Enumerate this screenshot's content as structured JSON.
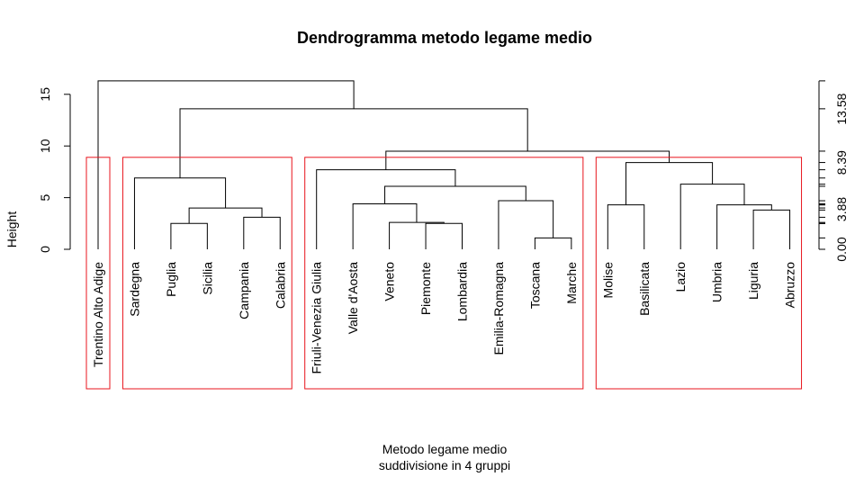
{
  "chart_data": {
    "type": "dendrogram",
    "title": "Dendrogramma metodo legame medio",
    "ylabel": "Height",
    "subtitle_lines": [
      "Metodo legame medio",
      "suddivisione in 4 gruppi"
    ],
    "ylim": [
      0,
      16.3
    ],
    "y_ticks": [
      "0",
      "5",
      "10",
      "15"
    ],
    "right_axis_labels": [
      "0.00",
      "3.88",
      "8.39",
      "13.58"
    ],
    "leaves": [
      "Trentino Alto Adige",
      "Sardegna",
      "Puglia",
      "Sicilia",
      "Campania",
      "Calabria",
      "Friuli-Venezia Giulia",
      "Valle d'Aosta",
      "Veneto",
      "Piemonte",
      "Lombardia",
      "Emilia-Romagna",
      "Toscana",
      "Marche",
      "Molise",
      "Basilicata",
      "Lazio",
      "Umbria",
      "Liguria",
      "Abruzzo"
    ],
    "merges": [
      {
        "a": "Piemonte",
        "b": "Lombardia",
        "height": 2.5
      },
      {
        "a": "Veneto",
        "b": "Piemonte+Lombardia",
        "height": 2.6
      },
      {
        "a": "Puglia",
        "b": "Sicilia",
        "height": 2.5
      },
      {
        "a": "Campania",
        "b": "Calabria",
        "height": 3.1
      },
      {
        "a": "Puglia+Sicilia",
        "b": "Campania+Calabria",
        "height": 4.0
      },
      {
        "a": "Sardegna",
        "b": "Puglia+Sicilia+Campania+Calabria",
        "height": 6.9
      },
      {
        "a": "Toscana",
        "b": "Marche",
        "height": 1.1
      },
      {
        "a": "Emilia-Romagna",
        "b": "Toscana+Marche",
        "height": 4.7
      },
      {
        "a": "Valle d'Aosta",
        "b": "Veneto+Piemonte+Lombardia",
        "height": 4.4
      },
      {
        "a": "Valle d'Aosta+Veneto+Piemonte+Lombardia",
        "b": "Emilia-Romagna+Toscana+Marche",
        "height": 6.1
      },
      {
        "a": "Friuli-Venezia Giulia",
        "b": "Valle d'Aosta+Veneto+Piemonte+Lombardia+Emilia-Romagna+Toscana+Marche",
        "height": 7.7
      },
      {
        "a": "Liguria",
        "b": "Abruzzo",
        "height": 3.8
      },
      {
        "a": "Umbria",
        "b": "Liguria+Abruzzo",
        "height": 4.3
      },
      {
        "a": "Lazio",
        "b": "Umbria+Liguria+Abruzzo",
        "height": 6.3
      },
      {
        "a": "Molise",
        "b": "Basilicata",
        "height": 4.3
      },
      {
        "a": "Molise+Basilicata",
        "b": "Lazio+Umbria+Liguria+Abruzzo",
        "height": 8.4
      },
      {
        "a": "Friuli-Venezia Giulia+Valle d'Aosta+Veneto+Piemonte+Lombardia+Emilia-Romagna+Toscana+Marche",
        "b": "Molise+Basilicata+Lazio+Umbria+Liguria+Abruzzo",
        "height": 9.5
      },
      {
        "a": "Sardegna+Puglia+Sicilia+Campania+Calabria",
        "b": "Friuli-Venezia Giulia+Valle d'Aosta+Veneto+Piemonte+Lombardia+Emilia-Romagna+Toscana+Marche+Molise+Basilicata+Lazio+Umbria+Liguria+Abruzzo",
        "height": 13.6
      },
      {
        "a": "Trentino Alto Adige",
        "b": "all other regions",
        "height": 16.3
      }
    ],
    "groups": [
      [
        "Trentino Alto Adige"
      ],
      [
        "Sardegna",
        "Puglia",
        "Sicilia",
        "Campania",
        "Calabria"
      ],
      [
        "Friuli-Venezia Giulia",
        "Valle d'Aosta",
        "Veneto",
        "Piemonte",
        "Lombardia",
        "Emilia-Romagna",
        "Toscana",
        "Marche"
      ],
      [
        "Molise",
        "Basilicata",
        "Lazio",
        "Umbria",
        "Liguria",
        "Abruzzo"
      ]
    ],
    "group_box_top": 8.9,
    "group_box_color": "#e8141c"
  }
}
